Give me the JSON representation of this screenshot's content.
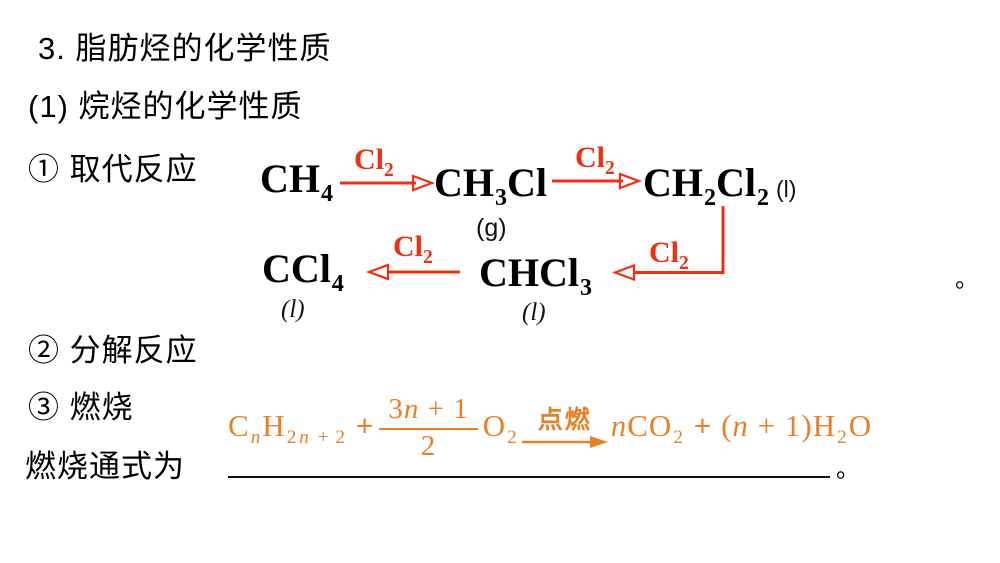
{
  "colors": {
    "red": "#ed3014",
    "orange": "#e5802b",
    "ink": "#000000"
  },
  "text": {
    "title": "3. 脂肪烃的化学性质",
    "subtitle": "(1) 烷烃的化学性质",
    "item_substitution": "① 取代反应",
    "item_decomposition": "② 分解反应",
    "item_combustion": "③ 燃烧",
    "combustion_label": "燃烧通式为",
    "chain_period": "。",
    "equation_period": "。"
  },
  "substitution_chain": {
    "reagent": {
      "parts": [
        {
          "t": "Cl"
        },
        {
          "t": "2",
          "sub": true
        }
      ]
    },
    "methane": {
      "parts": [
        {
          "t": "CH"
        },
        {
          "t": "4",
          "sub": true
        }
      ]
    },
    "chloromethane": {
      "parts": [
        {
          "t": "CH"
        },
        {
          "t": "3",
          "sub": true
        },
        {
          "t": "Cl"
        }
      ],
      "state": "(g)"
    },
    "dichloromethane": {
      "parts": [
        {
          "t": "CH"
        },
        {
          "t": "2",
          "sub": true
        },
        {
          "t": "Cl"
        },
        {
          "t": "2",
          "sub": true
        }
      ],
      "state": "(l)"
    },
    "trichloromethane": {
      "parts": [
        {
          "t": "CHCl"
        },
        {
          "t": "3",
          "sub": true
        }
      ],
      "state": "(l)"
    },
    "tetrachloromethane": {
      "parts": [
        {
          "t": "CCl"
        },
        {
          "t": "4",
          "sub": true
        }
      ],
      "state": "(l)"
    }
  },
  "combustion_equation": {
    "lhs_alkane": {
      "parts": [
        {
          "t": "C"
        },
        {
          "t": "n",
          "sub": true,
          "italic": true
        },
        {
          "t": "H"
        },
        {
          "t": "2",
          "sub": true
        },
        {
          "t": "n",
          "sub": true,
          "italic": true
        },
        {
          "t": " + 2",
          "sub": true
        },
        {
          "t": " + ",
          "bold": true
        }
      ]
    },
    "fraction": {
      "numerator": {
        "parts": [
          {
            "t": "3"
          },
          {
            "t": "n",
            "italic": true
          },
          {
            "t": " + 1"
          }
        ]
      },
      "denominator": "2"
    },
    "oxygen": {
      "parts": [
        {
          "t": "O"
        },
        {
          "t": "2",
          "sub": true
        }
      ]
    },
    "condition": "点燃",
    "rhs": {
      "parts": [
        {
          "t": "n",
          "italic": true
        },
        {
          "t": "CO"
        },
        {
          "t": "2",
          "sub": true
        },
        {
          "t": " + ",
          "bold": true
        },
        {
          "t": "("
        },
        {
          "t": "n",
          "italic": true
        },
        {
          "t": " + 1)H"
        },
        {
          "t": "2",
          "sub": true
        },
        {
          "t": "O"
        }
      ]
    }
  }
}
